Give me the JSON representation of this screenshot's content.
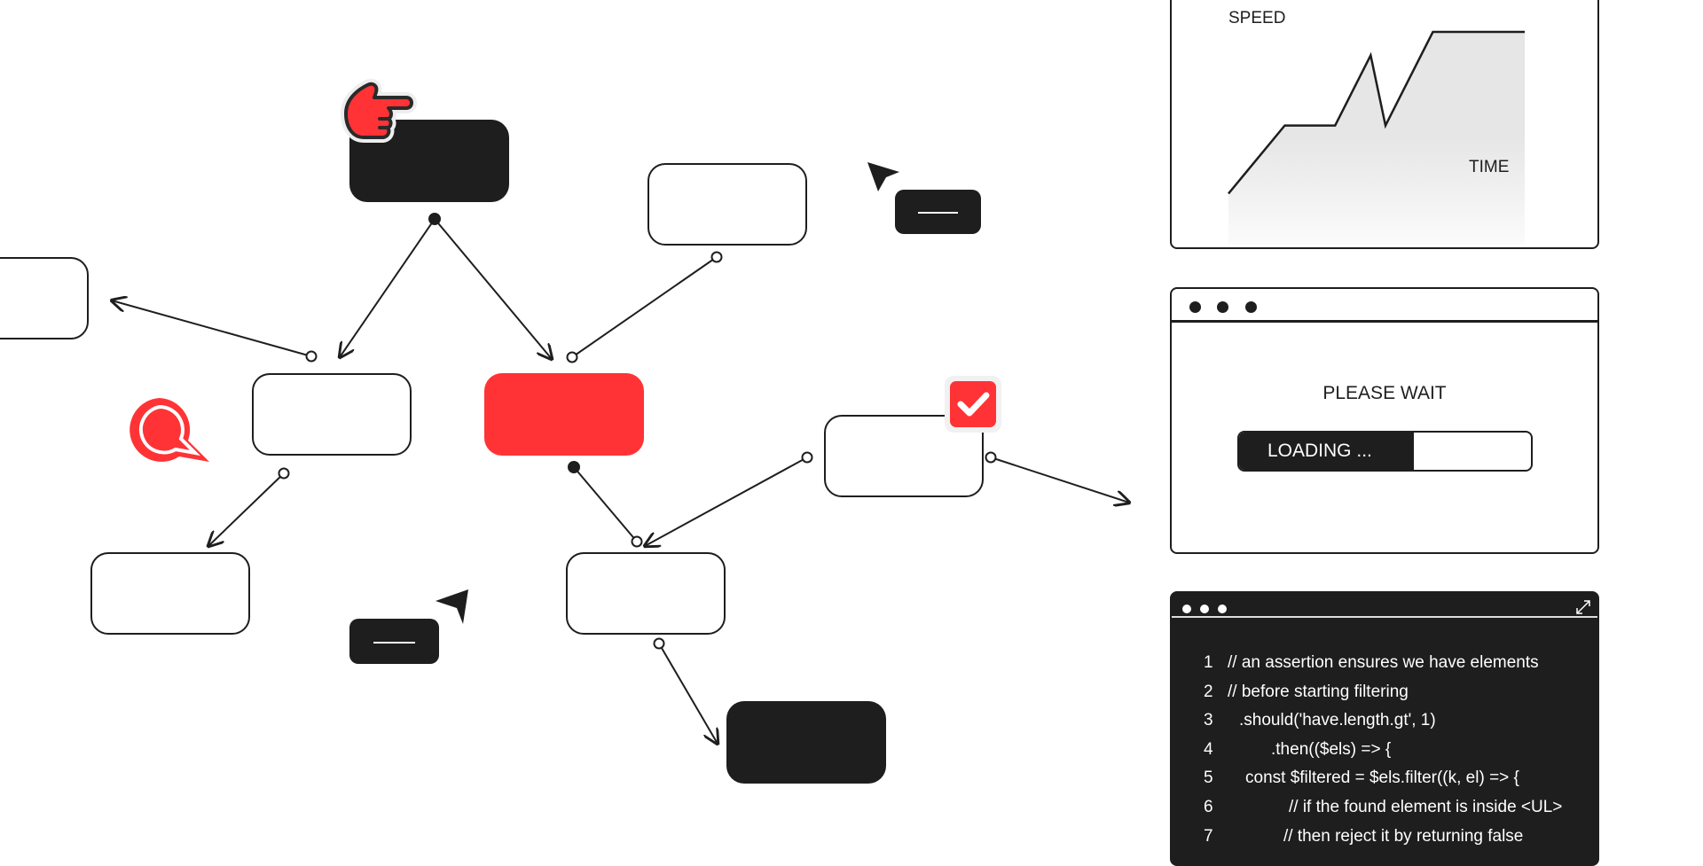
{
  "speed_chart": {
    "y_label": "SPEED",
    "x_label": "TIME",
    "time": [
      0,
      19,
      36,
      48,
      53,
      69,
      100
    ],
    "speed": [
      24,
      56,
      56,
      89,
      56,
      100,
      100
    ],
    "fill_color": "#e6e6e6"
  },
  "loading_window": {
    "message": "PLEASE WAIT",
    "progress_label": "LOADING ...",
    "progress": 0.6
  },
  "code_window": {
    "lines": [
      {
        "n": "1",
        "text": "// an assertion ensures we have elements"
      },
      {
        "n": "2",
        "text": "// before starting filtering"
      },
      {
        "n": "3",
        "text": ".should('have.length.gt', 1)"
      },
      {
        "n": "4",
        "text": ".then(($els) => {"
      },
      {
        "n": "5",
        "text": "const $filtered = $els.filter((k, el) => {"
      },
      {
        "n": "6",
        "text": "// if the found element is inside <UL>"
      },
      {
        "n": "7",
        "text": "// then reject it by returning false"
      }
    ]
  },
  "colors": {
    "accent": "#ff3336",
    "dark": "#1e1e1e"
  }
}
